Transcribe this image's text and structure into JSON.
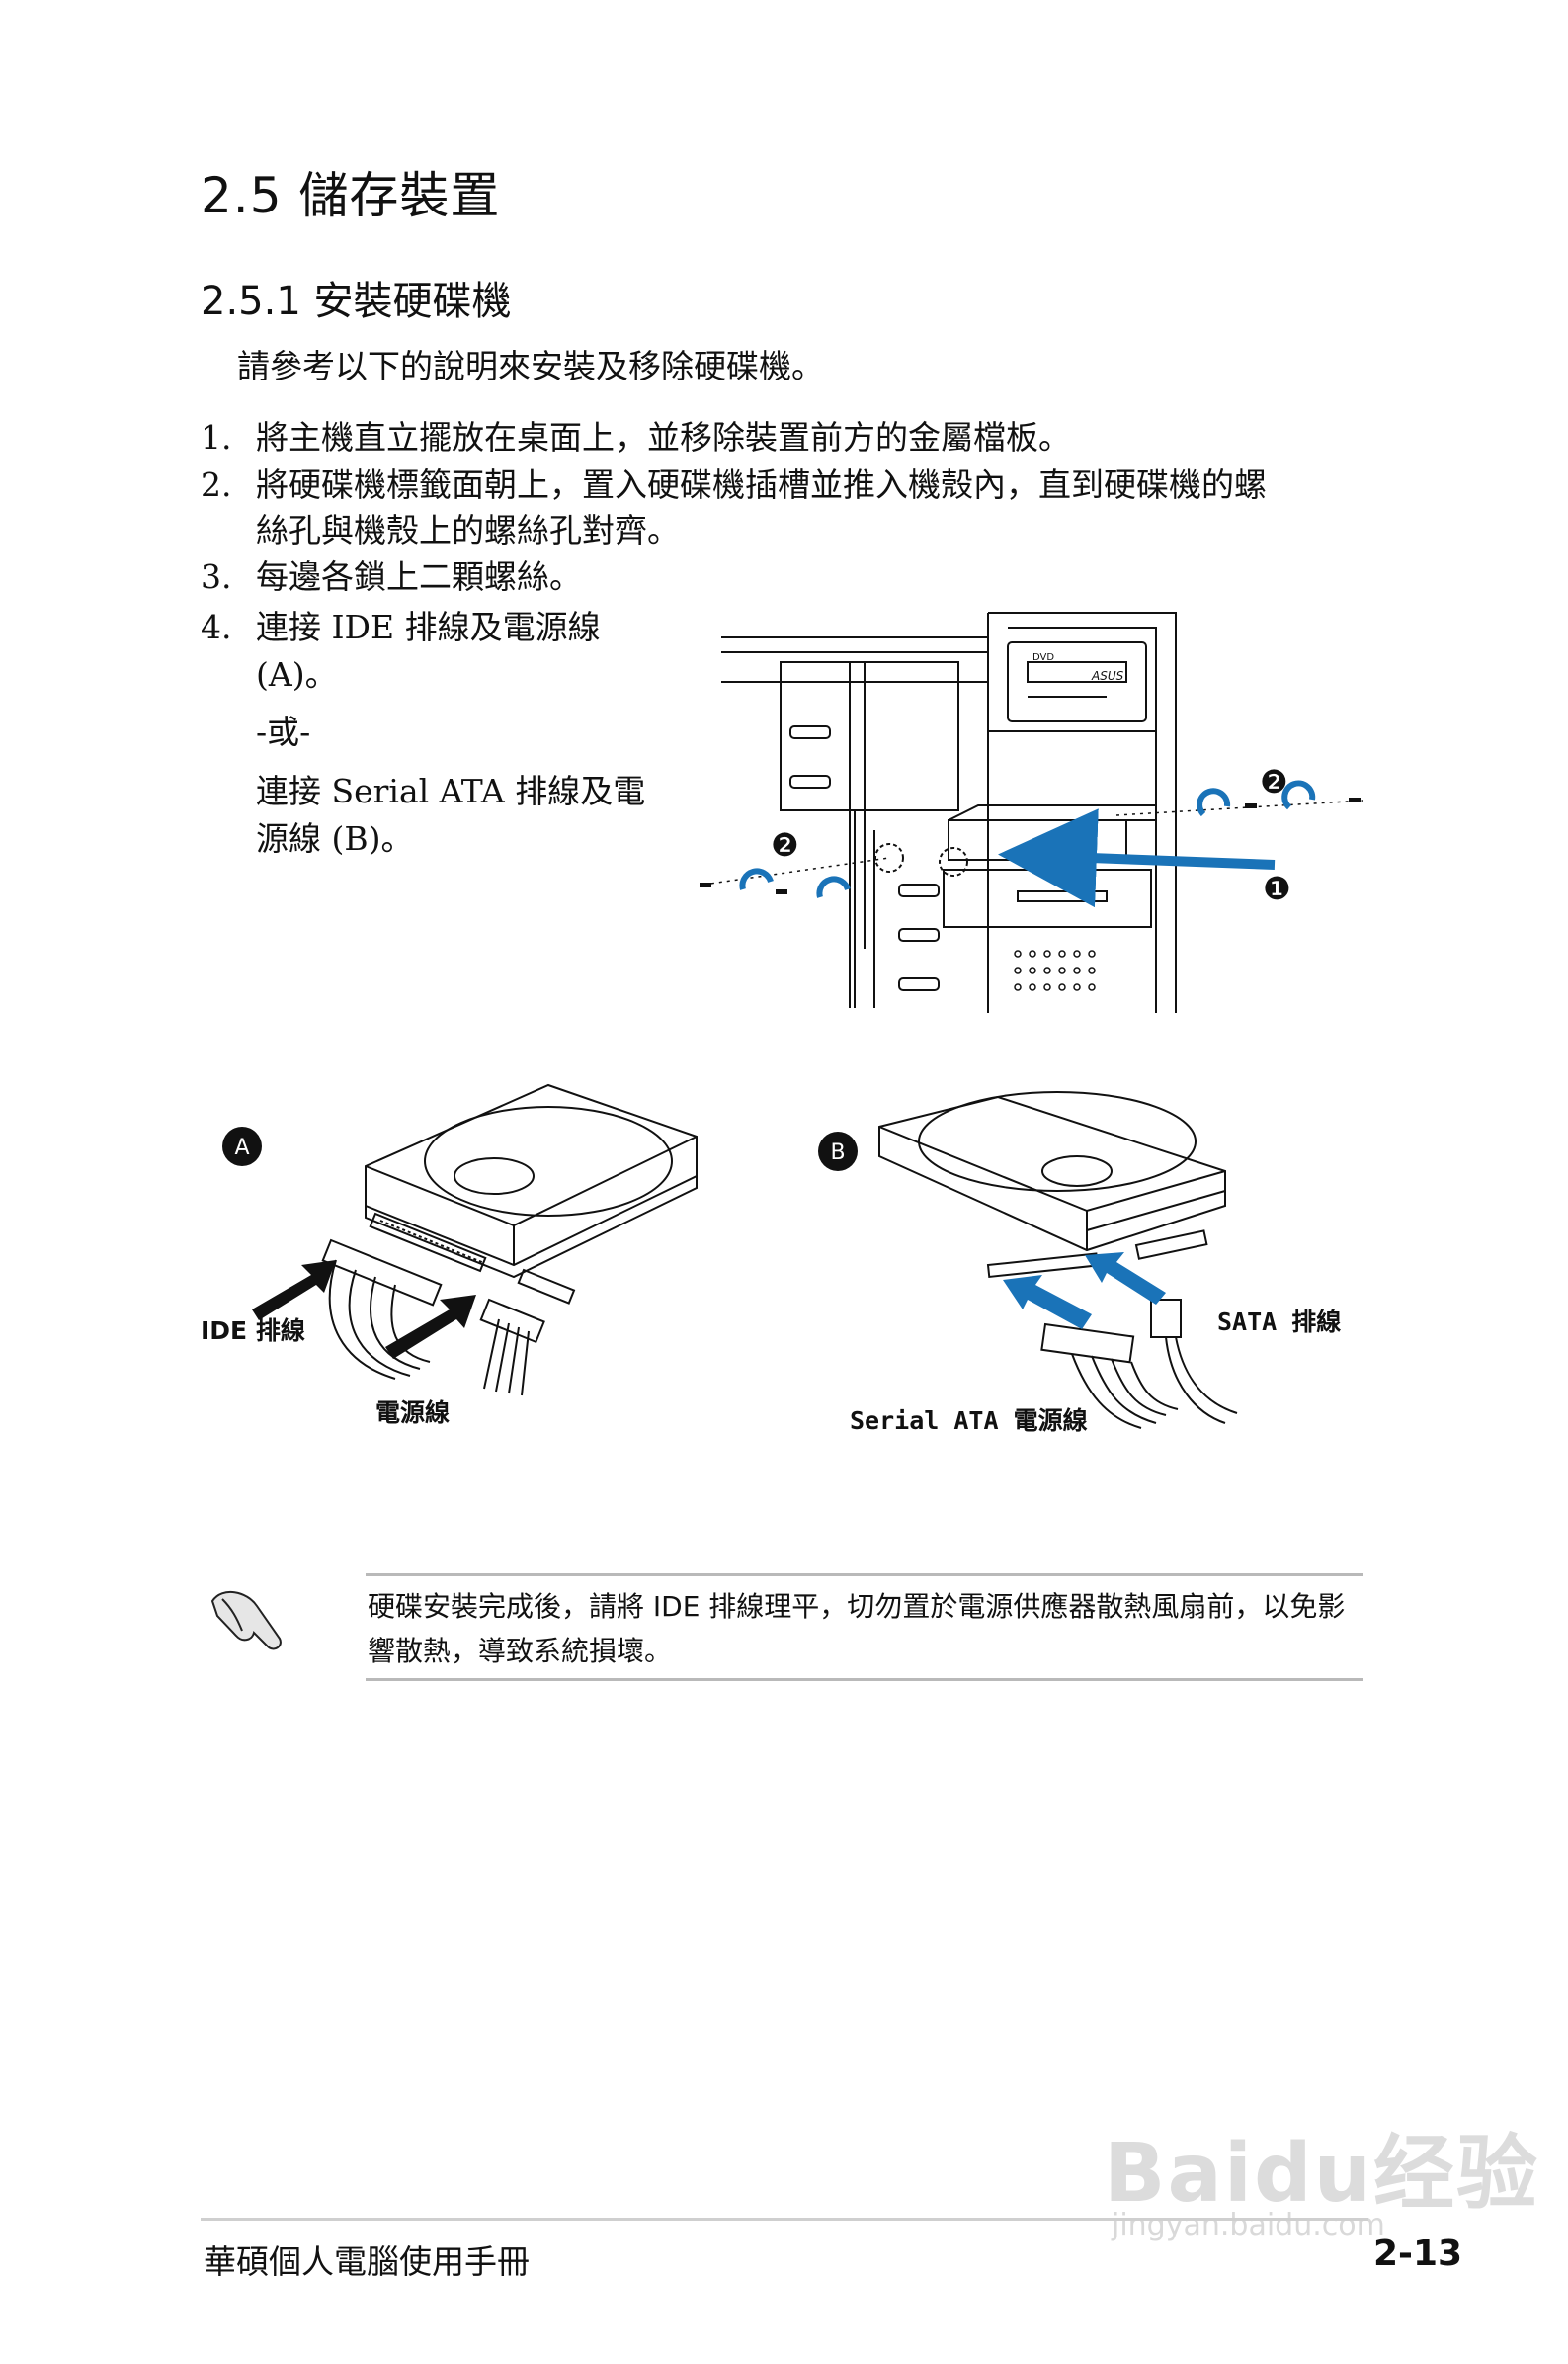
{
  "section_title": "2.5 儲存裝置",
  "subsection_title": "2.5.1 安裝硬碟機",
  "intro": "請參考以下的說明來安裝及移除硬碟機。",
  "steps": [
    {
      "num": "1.",
      "lines": [
        "將主機直立擺放在桌面上，並移除裝置前方的金屬檔板。"
      ]
    },
    {
      "num": "2.",
      "lines": [
        "將硬碟機標籤面朝上，置入硬碟機插槽並推入機殼內，直到硬碟機的螺",
        "絲孔與機殼上的螺絲孔對齊。"
      ]
    },
    {
      "num": "3.",
      "lines": [
        "每邊各鎖上二顆螺絲。"
      ]
    },
    {
      "num": "4.",
      "lines": [
        "連接 IDE 排線及電源線",
        "(A)。",
        "-或-",
        "連接 Serial ATA 排線及電",
        "源線 (B)。"
      ]
    }
  ],
  "case_diagram": {
    "callouts": [
      "❶",
      "❷",
      "❷"
    ],
    "drive_brand": "ASUS",
    "drive_badge": "DVD"
  },
  "connector_diagram": {
    "marker_a": "A",
    "marker_b": "B",
    "label_ide": "IDE 排線",
    "label_power": "電源線",
    "label_sata": "SATA 排線",
    "label_sata_power": "Serial ATA 電源線"
  },
  "note": {
    "icon": "hand-note-icon",
    "text": "硬碟安裝完成後，請將 IDE 排線理平，切勿置於電源供應器散熱風扇前，以免影響散熱，導致系統損壞。"
  },
  "footer": {
    "title": "華碩個人電腦使用手冊",
    "page_number": "2-13"
  },
  "watermark": {
    "main": "Baidu经验",
    "url": "jingyan.baidu.com"
  },
  "colors": {
    "arrow_blue": "#1a73b8",
    "callout_circle": "#111111"
  }
}
